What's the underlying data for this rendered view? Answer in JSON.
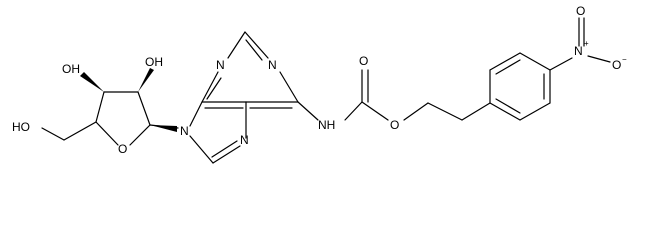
{
  "structure": {
    "atom_labels": {
      "oh_ribose_upper_left": "OH",
      "oh_ribose_upper_right": "OH",
      "ho_ribose_hydroxymethyl": "HO",
      "o_ribose_ring": "O",
      "n9_purine": "N",
      "n7_purine": "N",
      "n3_purine": "N",
      "n1_purine": "N",
      "nh_amide": "NH",
      "o_carbonyl": "O",
      "o_ester": "O",
      "n_nitro": "N",
      "o_nitro_top": "O",
      "o_nitro_right": "O"
    },
    "charges": {
      "nitro_n": "+",
      "nitro_o": "−"
    }
  }
}
